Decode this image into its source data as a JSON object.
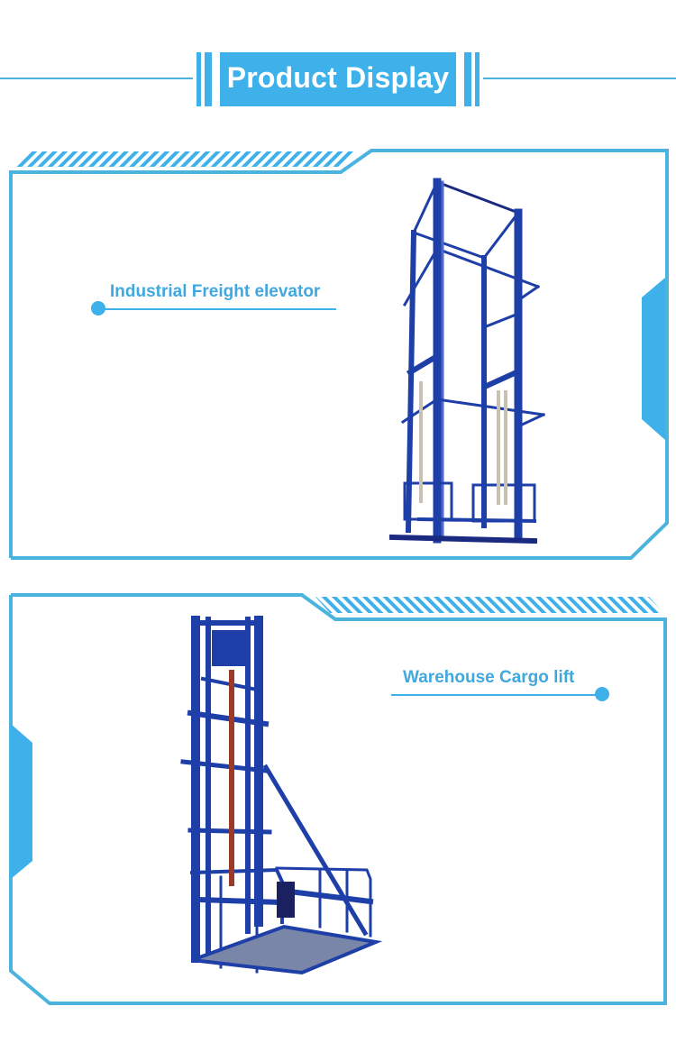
{
  "header": {
    "title": "Product Display"
  },
  "products": [
    {
      "label": "Industrial Freight elevator",
      "image": "freight-elevator-image"
    },
    {
      "label": "Warehouse Cargo lift",
      "image": "cargo-lift-image"
    }
  ],
  "colors": {
    "accent": "#3fb1ea",
    "label_text": "#3fa8de",
    "frame": "#4ab3de",
    "elevator_blue": "#1f3fa8",
    "background": "#ffffff"
  }
}
